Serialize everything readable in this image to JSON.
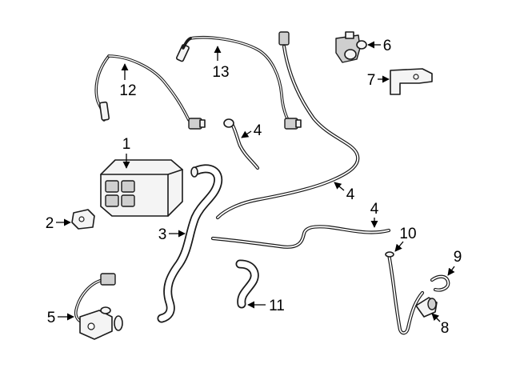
{
  "callouts": {
    "c1": "1",
    "c2": "2",
    "c3": "3",
    "c4a": "4",
    "c4b": "4",
    "c4c": "4",
    "c5": "5",
    "c6": "6",
    "c7": "7",
    "c8": "8",
    "c9": "9",
    "c10": "10",
    "c11": "11",
    "c12": "12",
    "c13": "13"
  }
}
